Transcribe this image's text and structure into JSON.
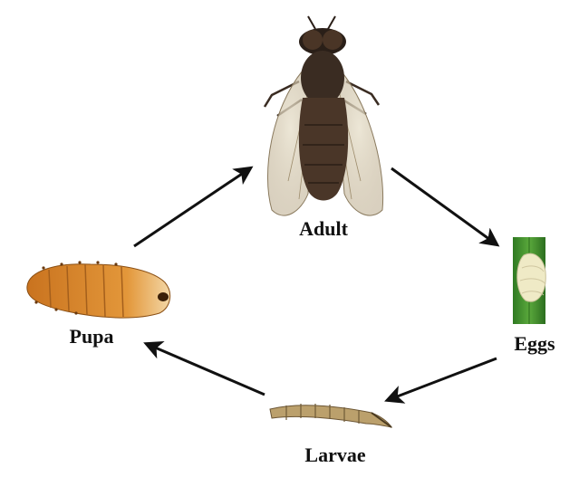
{
  "diagram": {
    "stages": {
      "adult": "Adult",
      "eggs": "Eggs",
      "larvae": "Larvae",
      "pupa": "Pupa"
    }
  },
  "icons": {
    "adult": "horse-fly-icon",
    "eggs": "egg-mass-on-leaf-icon",
    "larvae": "larva-icon",
    "pupa": "pupa-icon"
  },
  "colors": {
    "arrow": "#111111",
    "label": "#111111",
    "fly_body": "#3a2c22",
    "leaf": "#3f8f2c",
    "egg_mass": "#efeac6",
    "pupa": "#d9862c",
    "larva": "#bba06c"
  }
}
